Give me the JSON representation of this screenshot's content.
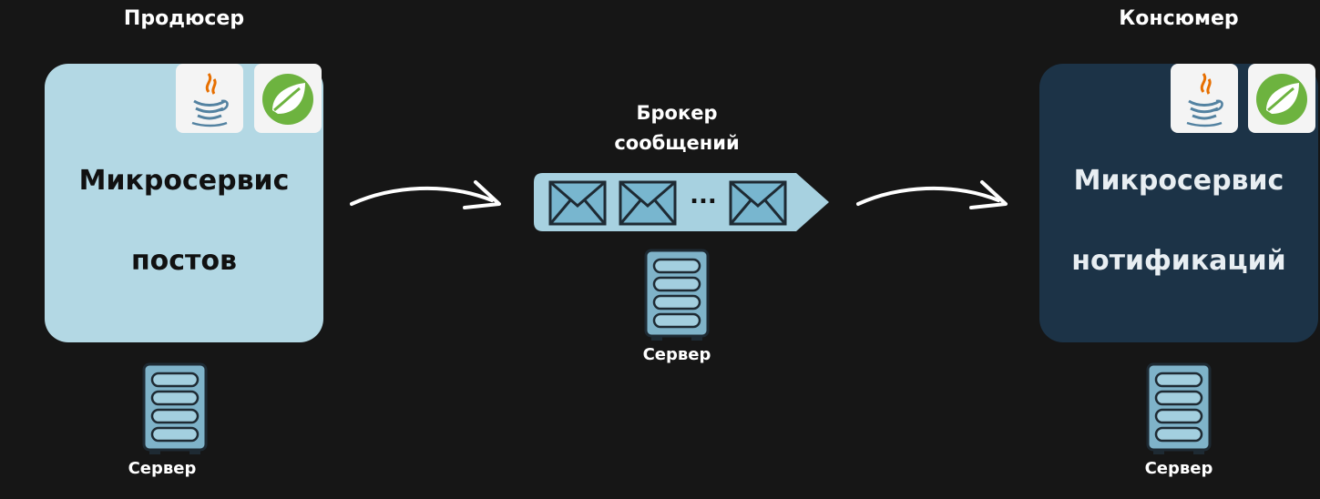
{
  "producer": {
    "role": "Продюсер",
    "title_line1": "Микросервис",
    "title_line2": "постов",
    "server_label": "Сервер"
  },
  "broker": {
    "title_line1": "Брокер",
    "title_line2": "сообщений",
    "ellipsis": "...",
    "server_label": "Сервер"
  },
  "consumer": {
    "role": "Консюмер",
    "title_line1": "Микросервис",
    "title_line2": "нотификаций",
    "server_label": "Сервер"
  },
  "colors": {
    "background": "#161616",
    "producer_box": "#b3d8e4",
    "consumer_box": "#1c3347",
    "queue": "#a7d1e0",
    "envelope": "#78b6cf",
    "server": "#7fb3c9",
    "spring": "#6db33f"
  },
  "icons": [
    "java-icon",
    "spring-icon",
    "server-icon",
    "envelope-icon",
    "arrow-icon"
  ]
}
